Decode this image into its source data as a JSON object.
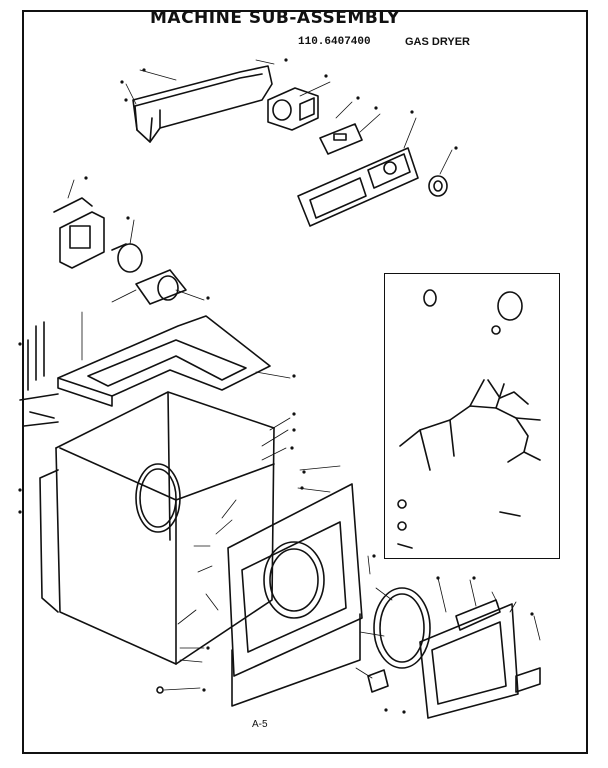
{
  "header": {
    "title": "MACHINE SUB-ASSEMBLY",
    "model_number": "110.6407400",
    "product": "GAS DRYER"
  },
  "footer": {
    "page_label": "A-5"
  },
  "colors": {
    "ink": "#111111",
    "paper": "#ffffff"
  }
}
